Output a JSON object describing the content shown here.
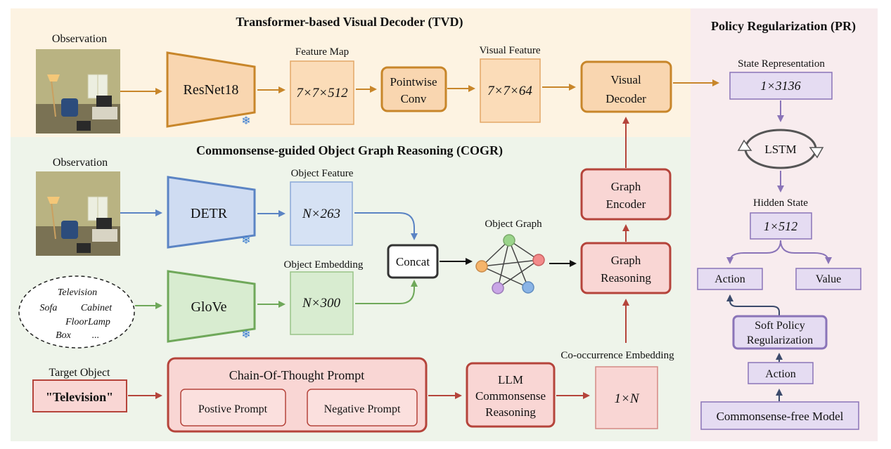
{
  "tvd": {
    "title": "Transformer-based Visual Decoder (TVD)",
    "observation_label": "Observation",
    "backbone": "ResNet18",
    "feature_map_label": "Feature Map",
    "feature_map_dim": "7×7×512",
    "pointwise_line1": "Pointwise",
    "pointwise_line2": "Conv",
    "visual_feature_label": "Visual Feature",
    "visual_feature_dim": "7×7×64",
    "decoder_line1": "Visual",
    "decoder_line2": "Decoder"
  },
  "cogr": {
    "title": "Commonsense-guided Object Graph Reasoning (COGR)",
    "observation_label": "Observation",
    "detector": "DETR",
    "object_feature_label": "Object Feature",
    "object_feature_dim": "N×263",
    "embedder": "GloVe",
    "object_embedding_label": "Object Embedding",
    "object_embedding_dim": "N×300",
    "concat": "Concat",
    "object_graph_label": "Object Graph",
    "graph_encoder_line1": "Graph",
    "graph_encoder_line2": "Encoder",
    "graph_reasoning_line1": "Graph",
    "graph_reasoning_line2": "Reasoning",
    "vocab": [
      "Television",
      "Sofa",
      "Cabinet",
      "FloorLamp",
      "Box",
      "..."
    ],
    "target_label": "Target Object",
    "target_value": "\"Television\"",
    "cot_title": "Chain-Of-Thought Prompt",
    "positive_prompt": "Postive Prompt",
    "negative_prompt": "Negative Prompt",
    "llm_line1": "LLM",
    "llm_line2": "Commonsense",
    "llm_line3": "Reasoning",
    "cooccurrence_label": "Co-occurrence Embedding",
    "cooccurrence_dim": "1×N"
  },
  "pr": {
    "title": "Policy Regularization (PR)",
    "state_label": "State Representation",
    "state_dim": "1×3136",
    "lstm": "LSTM",
    "hidden_label": "Hidden State",
    "hidden_dim": "1×512",
    "action": "Action",
    "value": "Value",
    "soft_line1": "Soft Policy",
    "soft_line2": "Regularization",
    "action2": "Action",
    "free_model": "Commonsense-free Model"
  },
  "colors": {
    "orange": "#c8862a",
    "blue": "#5b84c4",
    "green": "#6fa85a",
    "red": "#b5443b",
    "purple": "#8a74b8",
    "tvd_bg": "#fdf3e2",
    "cogr_bg": "#eef4ea",
    "pr_bg": "#f8ecee"
  }
}
